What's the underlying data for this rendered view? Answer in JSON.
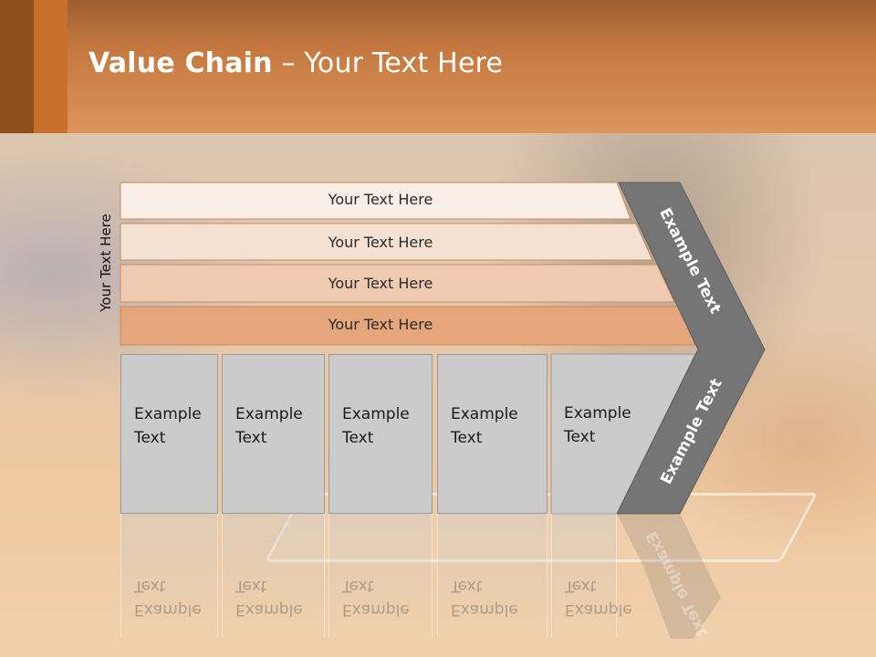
{
  "slide": {
    "title_bold": "Value Chain",
    "title_rest": " – Your Text Here"
  },
  "diagram": {
    "side_label": "Your Text Here",
    "bands": [
      "Your Text Here",
      "Your Text Here",
      "Your Text Here",
      "Your Text Here"
    ],
    "activities": [
      {
        "line1": "Example",
        "line2": "Text"
      },
      {
        "line1": "Example",
        "line2": "Text"
      },
      {
        "line1": "Example",
        "line2": "Text"
      },
      {
        "line1": "Example",
        "line2": "Text"
      },
      {
        "line1": "Example",
        "line2": "Text"
      }
    ],
    "chevron_top": "Example Text",
    "chevron_bottom": "Example Text"
  },
  "colors": {
    "header_orange": "#dc955a",
    "band_1": "#f8eee6",
    "band_2": "#f4e1d1",
    "band_3": "#eecbb0",
    "band_4": "#e6a67b",
    "activity_box": "#cbcbcb",
    "chevron_gray": "#757575"
  }
}
